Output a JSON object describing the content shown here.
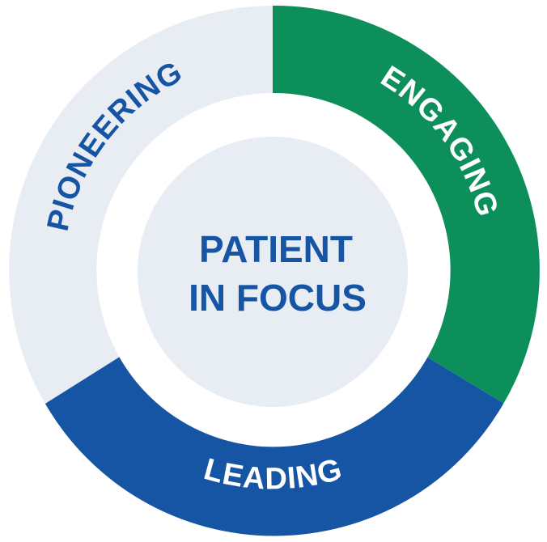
{
  "diagram": {
    "center": {
      "line1": "PATIENT",
      "line2": "IN FOCUS"
    },
    "segments": [
      {
        "id": "engaging",
        "label": "ENGAGING"
      },
      {
        "id": "leading",
        "label": "LEADING"
      },
      {
        "id": "pioneering",
        "label": "PIONEERING"
      }
    ],
    "colors": {
      "engaging_fill": "#0d8f5c",
      "engaging_text": "#ffffff",
      "leading_fill": "#1654a4",
      "leading_text": "#ffffff",
      "pioneering_fill": "#e8edf4",
      "pioneering_text": "#1654a4",
      "center_fill": "#e8edf4",
      "center_text": "#1654a4"
    }
  }
}
